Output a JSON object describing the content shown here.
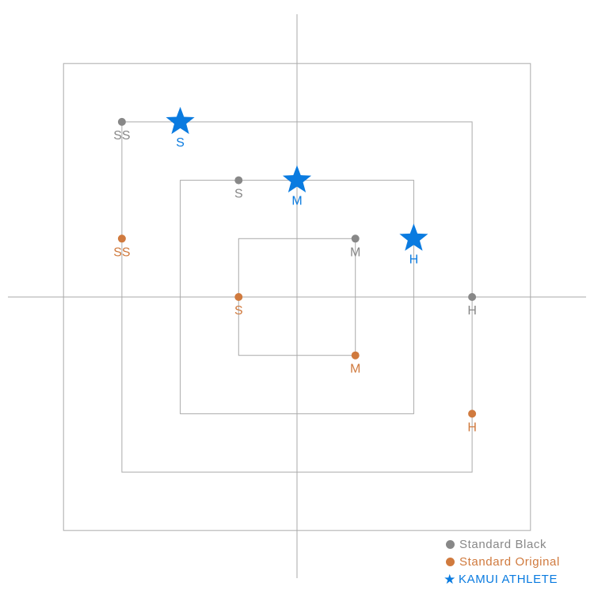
{
  "chart_data": {
    "type": "scatter",
    "title": "",
    "xlim": [
      -5,
      5
    ],
    "ylim": [
      -5,
      5
    ],
    "axes": "crosshair",
    "grid": false,
    "reference_squares": [
      4,
      3,
      2,
      1
    ],
    "legend_position": "bottom-right",
    "series": [
      {
        "name": "Standard Black",
        "color": "#888888",
        "marker": "circle",
        "points": [
          {
            "x": -3,
            "y": 3,
            "label": "SS"
          },
          {
            "x": -1,
            "y": 2,
            "label": "S"
          },
          {
            "x": 1,
            "y": 1,
            "label": "M"
          },
          {
            "x": 3,
            "y": 0,
            "label": "H"
          }
        ]
      },
      {
        "name": "Standard Original",
        "color": "#d07a3e",
        "marker": "circle",
        "points": [
          {
            "x": -3,
            "y": 1,
            "label": "SS"
          },
          {
            "x": -1,
            "y": 0,
            "label": "S"
          },
          {
            "x": 1,
            "y": -1,
            "label": "M"
          },
          {
            "x": 3,
            "y": -2,
            "label": "H"
          }
        ]
      },
      {
        "name": "KAMUI ATHLETE",
        "color": "#0a7be0",
        "marker": "star",
        "points": [
          {
            "x": -2,
            "y": 3,
            "label": "S"
          },
          {
            "x": 0,
            "y": 2,
            "label": "M"
          },
          {
            "x": 2,
            "y": 1,
            "label": "H"
          }
        ]
      }
    ]
  },
  "legend": {
    "items": [
      {
        "label": "Standard Black",
        "color": "#888888"
      },
      {
        "label": "Standard Original",
        "color": "#d07a3e"
      },
      {
        "label": "KAMUI ATHLETE",
        "color": "#0a7be0"
      }
    ]
  }
}
